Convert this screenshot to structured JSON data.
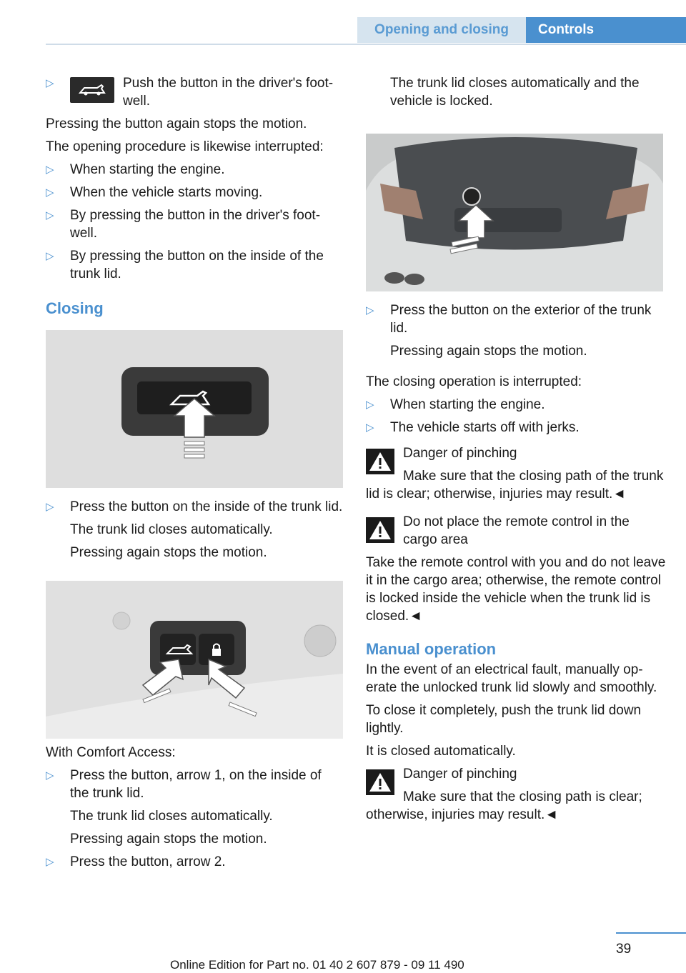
{
  "header": {
    "section": "Opening and closing",
    "chapter": "Controls"
  },
  "left": {
    "first_bullet": "Push the button in the driver's foot‐well.",
    "p1": "Pressing the button again stops the motion.",
    "p2": "The opening procedure is likewise interrupted:",
    "interrupts": [
      "When starting the engine.",
      "When the vehicle starts moving.",
      "By pressing the button in the driver's foot‐well.",
      "By pressing the button on the inside of the trunk lid."
    ],
    "closing_heading": "Closing",
    "closing_bullet": "Press the button on the inside of the trunk lid.",
    "closing_sub1": "The trunk lid closes automatically.",
    "closing_sub2": "Pressing again stops the motion.",
    "comfort_intro": "With Comfort Access:",
    "comfort_bullet1": "Press the button, arrow 1, on the inside of the trunk lid.",
    "comfort_sub1": "The trunk lid closes automatically.",
    "comfort_sub2": "Pressing again stops the motion.",
    "comfort_bullet2": "Press the button, arrow 2."
  },
  "right": {
    "top_text": "The trunk lid closes automatically and the vehicle is locked.",
    "ext_bullet": "Press the button on the exterior of the trunk lid.",
    "ext_sub": "Pressing again stops the motion.",
    "closing_interrupt": "The closing operation is interrupted:",
    "close_interrupts": [
      "When starting the engine.",
      "The vehicle starts off with jerks."
    ],
    "warn1_title": "Danger of pinching",
    "warn1_text": "Make sure that the closing path of the trunk lid is clear; otherwise, injuries may result.◄",
    "warn2_title": "Do not place the remote control in the cargo area",
    "warn2_text": "Take the remote control with you and do not leave it in the cargo area; otherwise, the remote control is locked inside the vehicle when the trunk lid is closed.◄",
    "manual_heading": "Manual operation",
    "manual_p1": "In the event of an electrical fault, manually op‐erate the unlocked trunk lid slowly and smoothly.",
    "manual_p2": "To close it completely, push the trunk lid down lightly.",
    "manual_p3": "It is closed automatically.",
    "warn3_title": "Danger of pinching",
    "warn3_text": "Make sure that the closing path is clear; otherwise, injuries may result.◄"
  },
  "page_number": "39",
  "footer": "Online Edition for Part no. 01 40 2 607 879 - 09 11 490"
}
